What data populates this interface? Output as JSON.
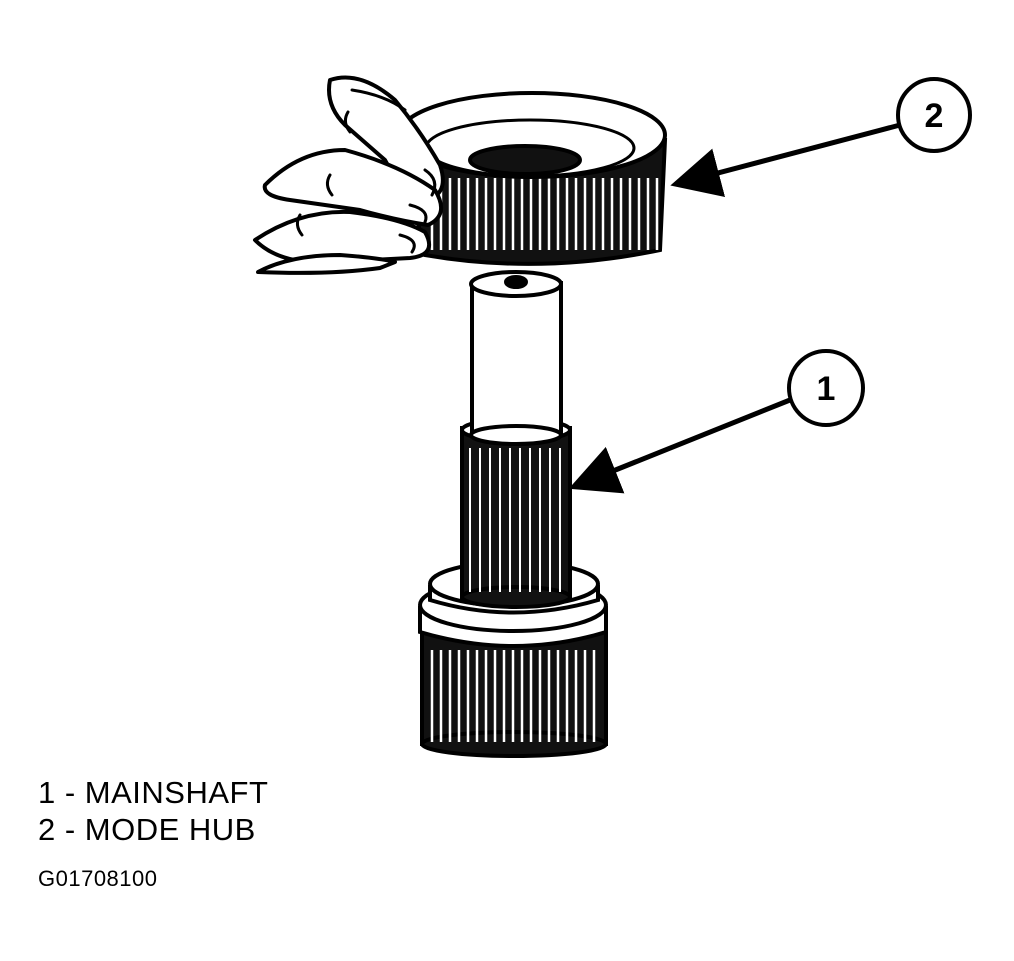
{
  "callouts": [
    {
      "number": "1"
    },
    {
      "number": "2"
    }
  ],
  "legend": [
    {
      "label": "1 - MAINSHAFT"
    },
    {
      "label": "2 - MODE HUB"
    }
  ],
  "figure_code": "G01708100"
}
